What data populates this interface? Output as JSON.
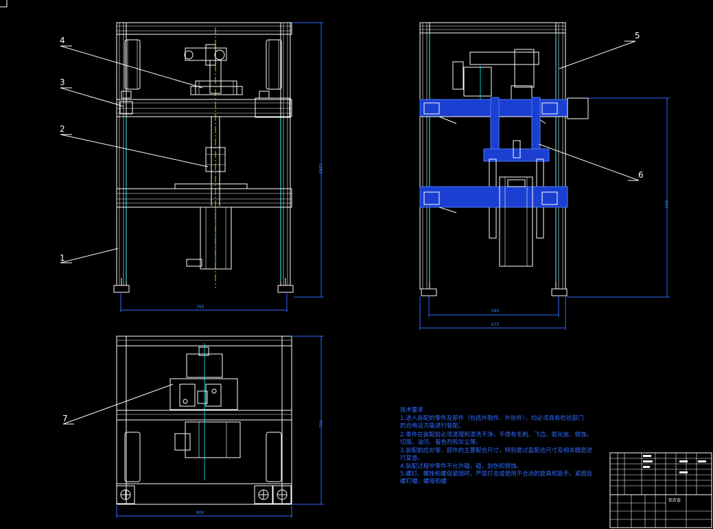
{
  "colors": {
    "background": "#000000",
    "linework": "#ffffff",
    "dimension": "#2f6bff",
    "hidden": "#00ffff",
    "section": "#1b3fd0"
  },
  "front_view": {
    "part_labels": [
      "1",
      "2",
      "3",
      "4"
    ],
    "width_dim": "760",
    "height_dim": "1285"
  },
  "side_view": {
    "part_labels": [
      "5",
      "6"
    ],
    "inner_width_dim": "595",
    "outer_width_dim": "675",
    "height_dim": "920"
  },
  "top_view": {
    "part_labels": [
      "7"
    ],
    "width_dim": "800",
    "depth_dim": "701"
  },
  "notes": {
    "title": "技术要求",
    "lines": [
      "1.进入装配的零件及部件（包括外购件、外协件），均必须具有检验部门",
      "的合格证方能进行装配。",
      "2.零件在装配前必须清理和清洗干净，不得有毛刺、飞边、氧化皮、锈蚀，",
      "切屑、油污、着色剂和灰尘等。",
      "3.装配前应对零、部件的主要配合尺寸，特别是过盈配合尺寸及相关精度进",
      "行复查。",
      "4.装配过程中零件不允许磕、碰、划伤和锈蚀。",
      "5.螺钉、螺栓和螺母紧固时，严禁打击或使用不合适的旋具和扳手。紧固后",
      "螺钉槽、螺母和螺"
    ]
  },
  "title_block": {
    "material_text": "铝合金"
  }
}
